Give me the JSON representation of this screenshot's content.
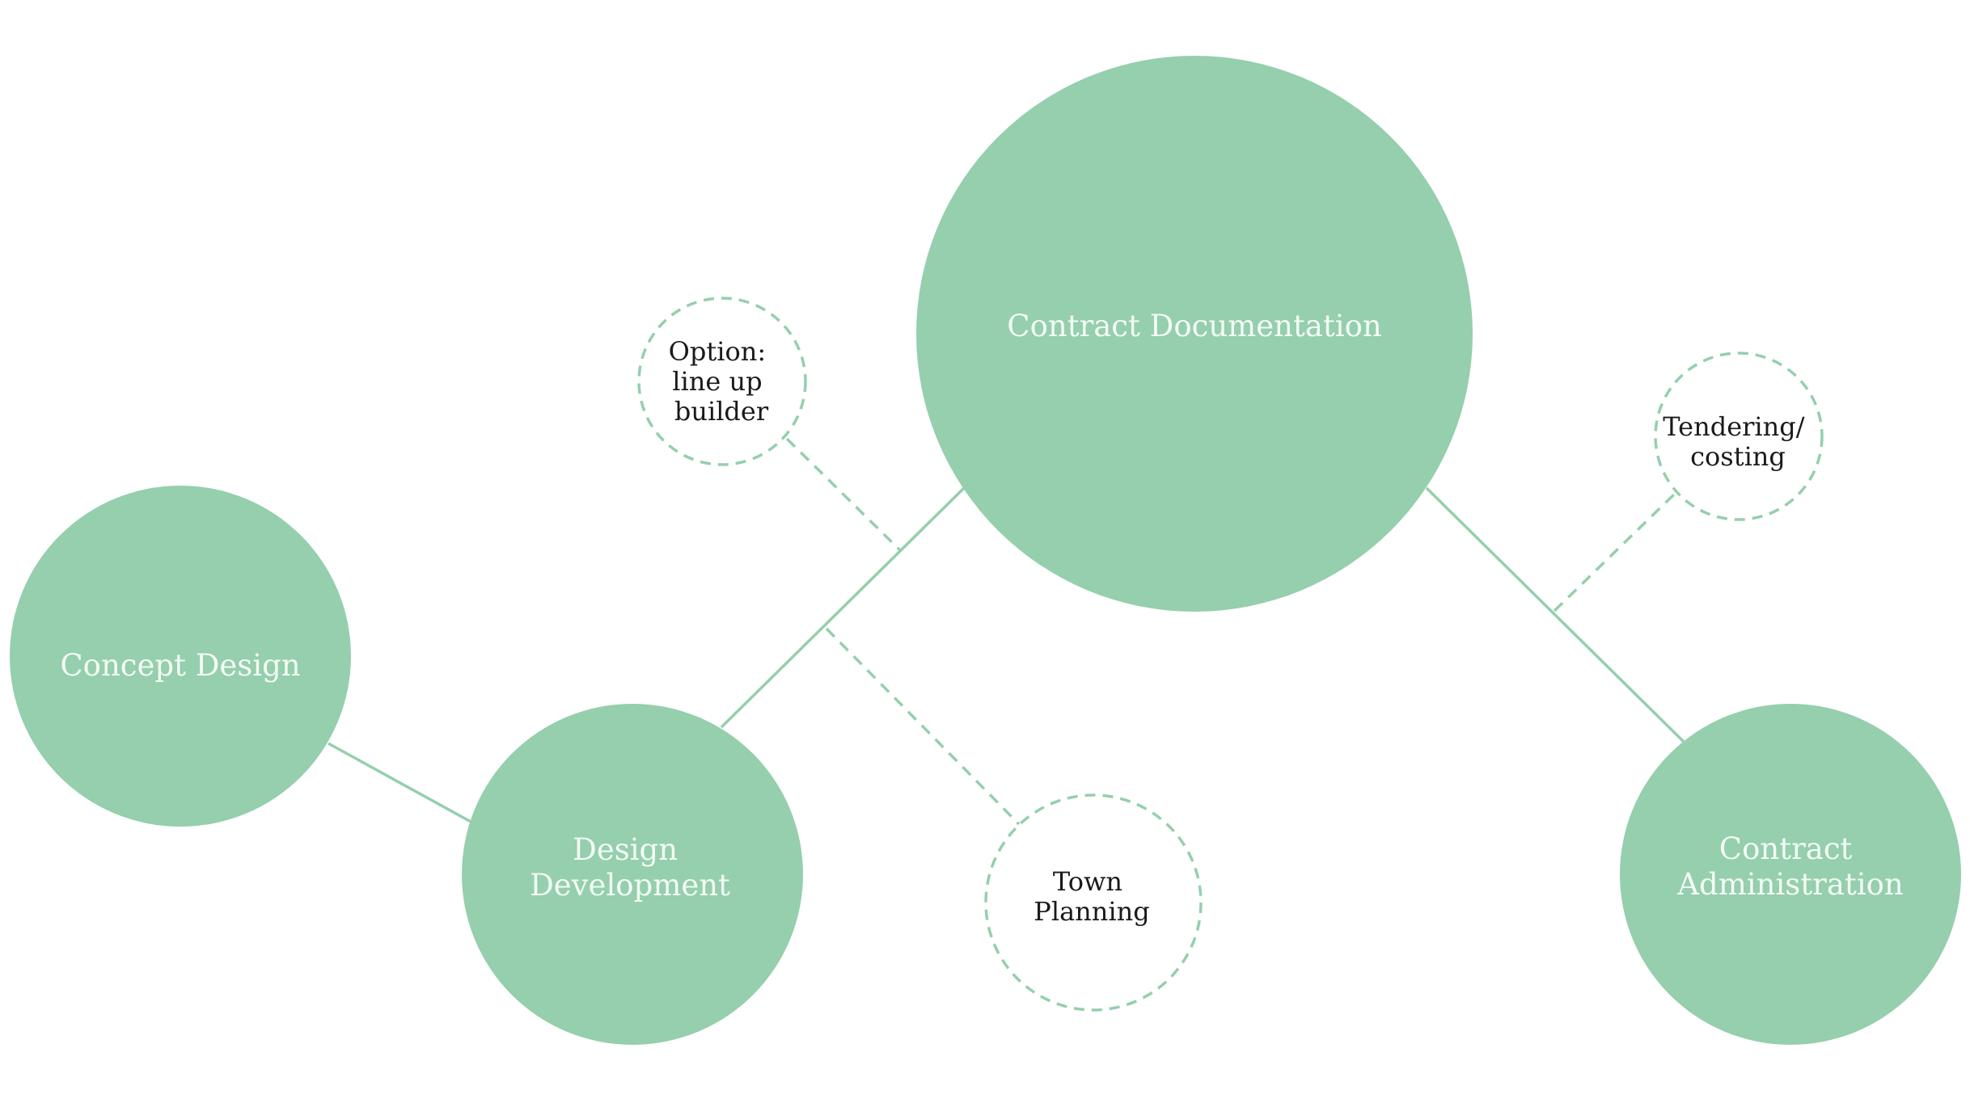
{
  "colors": {
    "background": "#ffffff",
    "node_fill": "#95cfad",
    "connector": "#95cfad",
    "main_text": "#f4fbf6",
    "optional_text": "#1a1a1a",
    "optional_fill": "#ffffff"
  },
  "nodes": {
    "concept_design": {
      "lines": [
        "Concept Design"
      ]
    },
    "design_development": {
      "lines": [
        "Design",
        "Development"
      ]
    },
    "contract_documentation": {
      "lines": [
        "Contract Documentation"
      ]
    },
    "contract_administration": {
      "lines": [
        "Contract",
        "Administration"
      ]
    }
  },
  "optional_nodes": {
    "line_up_builder": {
      "lines": [
        "Option:",
        "line up",
        "builder"
      ]
    },
    "town_planning": {
      "lines": [
        "Town",
        "Planning"
      ]
    },
    "tendering_costing": {
      "lines": [
        "Tendering/",
        "costing"
      ]
    }
  }
}
